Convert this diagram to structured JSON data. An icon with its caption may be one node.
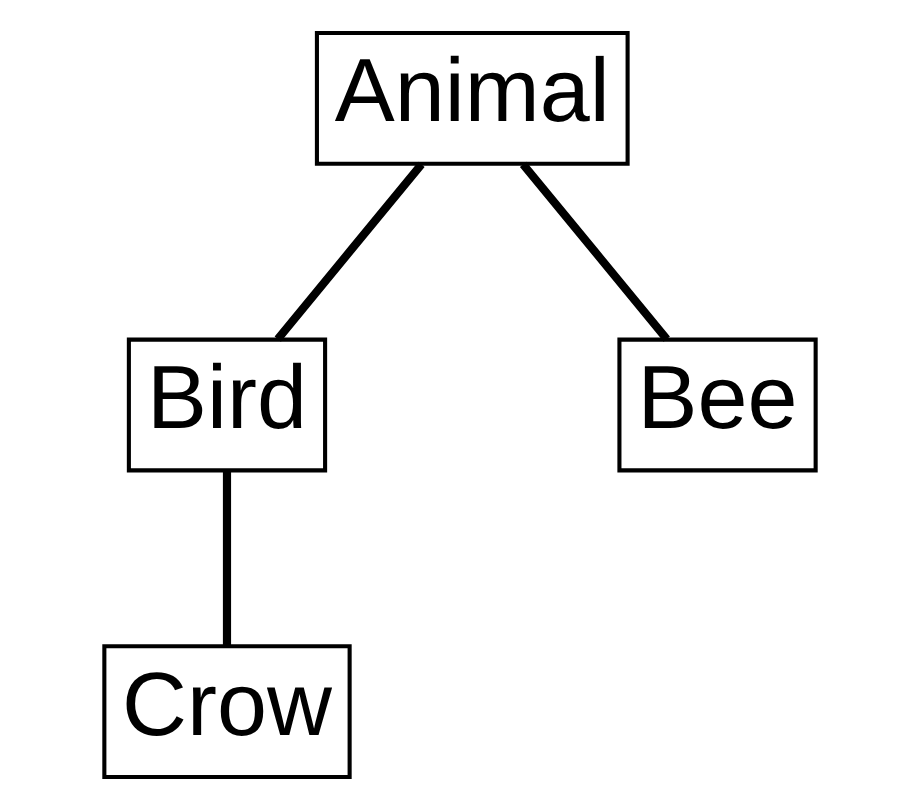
{
  "diagram": {
    "nodes": [
      {
        "text": [
          "Animal"
        ]
      },
      {
        "text": [
          "Bird"
        ]
      },
      {
        "text": [
          "Bee"
        ]
      },
      {
        "text": [
          "Crow"
        ]
      }
    ],
    "edges": [
      {
        "from": 0,
        "to": 1,
        "arrow": "none"
      },
      {
        "from": 0,
        "to": 2,
        "arrow": "none"
      },
      {
        "from": 1,
        "to": 3,
        "arrow": "none"
      }
    ]
  }
}
